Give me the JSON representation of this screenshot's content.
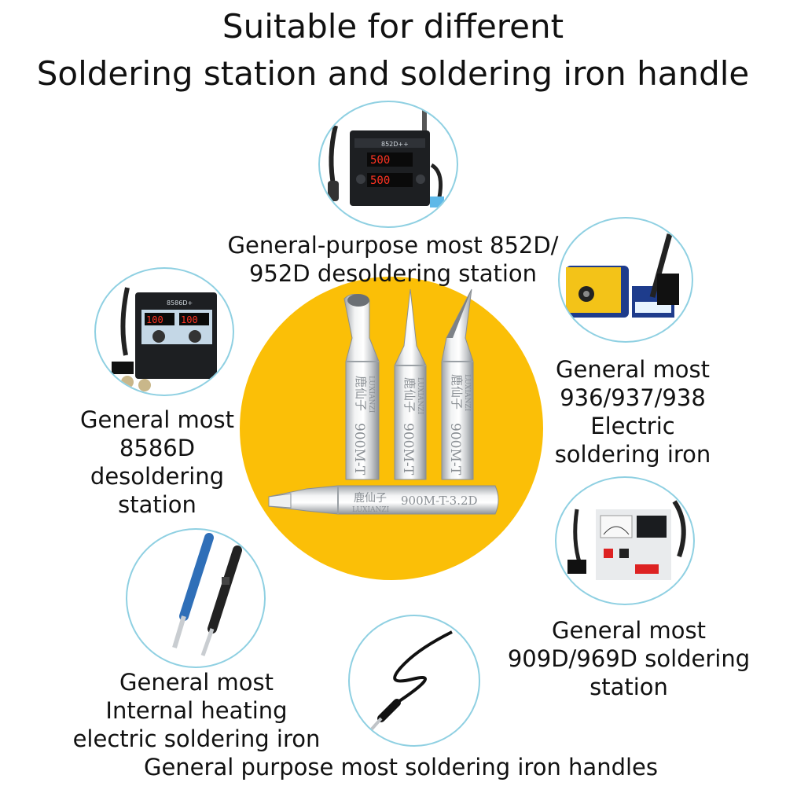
{
  "title": {
    "line1": "Suitable for different",
    "line2": "Soldering station and soldering iron handle"
  },
  "tips": {
    "brand_cn": "鹿仙子",
    "brand_en": "LUXIANZI",
    "model_short": "900M-T",
    "model_long": "900M-T-3.2D"
  },
  "stations": {
    "s852": {
      "display_top": "500",
      "display_bottom": "500",
      "model": "852D++"
    },
    "s8586": {
      "display_left": "100",
      "display_right": "100",
      "model": "8586D+"
    }
  },
  "captions": {
    "top": [
      "General-purpose most 852D/",
      "952D desoldering station"
    ],
    "left": [
      "General most",
      "8586D",
      "desoldering",
      "station"
    ],
    "right": [
      "General most",
      "936/937/938",
      "Electric",
      "soldering iron"
    ],
    "right_bottom": [
      "General most",
      "909D/969D soldering",
      "station"
    ],
    "left_bottom": [
      "General most",
      "Internal heating",
      "electric soldering iron"
    ],
    "bottom": "General purpose most soldering iron handles"
  },
  "colors": {
    "accent_yellow": "#fbbf07",
    "bubble_border": "#8fd0e2",
    "text": "#111111"
  }
}
